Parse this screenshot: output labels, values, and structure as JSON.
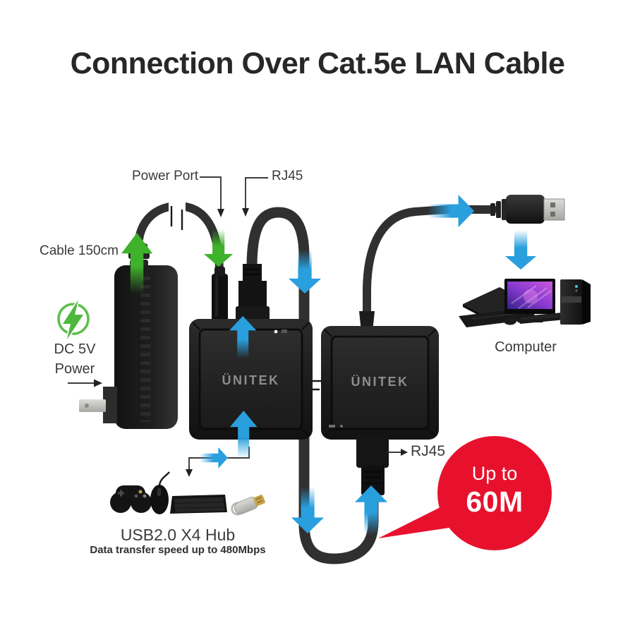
{
  "title": "Connection Over Cat.5e LAN Cable",
  "labels": {
    "power_port": "Power Port",
    "rj45_top": "RJ45",
    "cable_length": "Cable 150cm",
    "dc_power_line1": "DC 5V",
    "dc_power_line2": "Power",
    "computer": "Computer",
    "rj45_bottom": "RJ45"
  },
  "badge": {
    "prefix": "Up to",
    "value": "60M"
  },
  "hub": {
    "title": "USB2.0 X4 Hub",
    "subtitle": "Data transfer speed up to 480Mbps"
  },
  "brand": {
    "logo": "ÜNITEK"
  },
  "icons": {
    "dc_power": "lightning-bolt-in-circle",
    "cable_break": "cable-break-tick-marks",
    "flow_arrows": "chunky-directional-arrows"
  },
  "colors": {
    "arrow_green": "#3eb22b",
    "arrow_blue": "#299fde",
    "badge_red": "#e8112d",
    "icon_green": "#5fbe4e",
    "cable_black": "#303030",
    "brand_gray": "#8d8d8d",
    "text_dark": "#3a3a3a",
    "title_dark": "#272727"
  }
}
